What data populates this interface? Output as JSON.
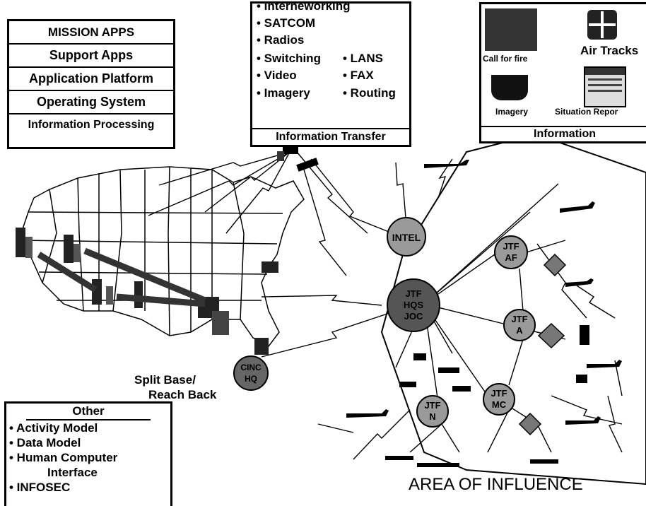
{
  "processing": {
    "rows": [
      "MISSION APPS",
      "Support Apps",
      "Application Platform",
      "Operating System"
    ],
    "caption": "Information Processing"
  },
  "transfer": {
    "items": [
      "• Interneworking",
      "• SATCOM",
      "• Radios",
      "• Switching",
      "• Video",
      "• Imagery",
      "• LANS",
      "• FAX",
      "• Routing"
    ],
    "caption": "Information Transfer"
  },
  "information": {
    "call_for_fire": "Call for fire",
    "air_tracks": "Air Tracks",
    "imagery": "Imagery",
    "situation_report": "Situation Repor",
    "caption": "Information"
  },
  "other": {
    "title": "Other",
    "items": [
      "• Activity Model",
      "• Data Model",
      "• Human Computer",
      "Interface",
      "• INFOSEC"
    ]
  },
  "labels": {
    "split_base_1": "Split Base/",
    "split_base_2": "Reach Back",
    "area": "AREA OF INFLUENCE"
  },
  "nodes": {
    "intel": "INTEL",
    "hq_1": "JTF",
    "hq_2": "HQS",
    "hq_3": "JOC",
    "jtf_af_1": "JTF",
    "jtf_af_2": "AF",
    "jtf_a_1": "JTF",
    "jtf_a_2": "A",
    "jtf_mc_1": "JTF",
    "jtf_mc_2": "MC",
    "jtf_n_1": "JTF",
    "jtf_n_2": "N",
    "cinc_1": "CINC",
    "cinc_2": "HQ"
  }
}
